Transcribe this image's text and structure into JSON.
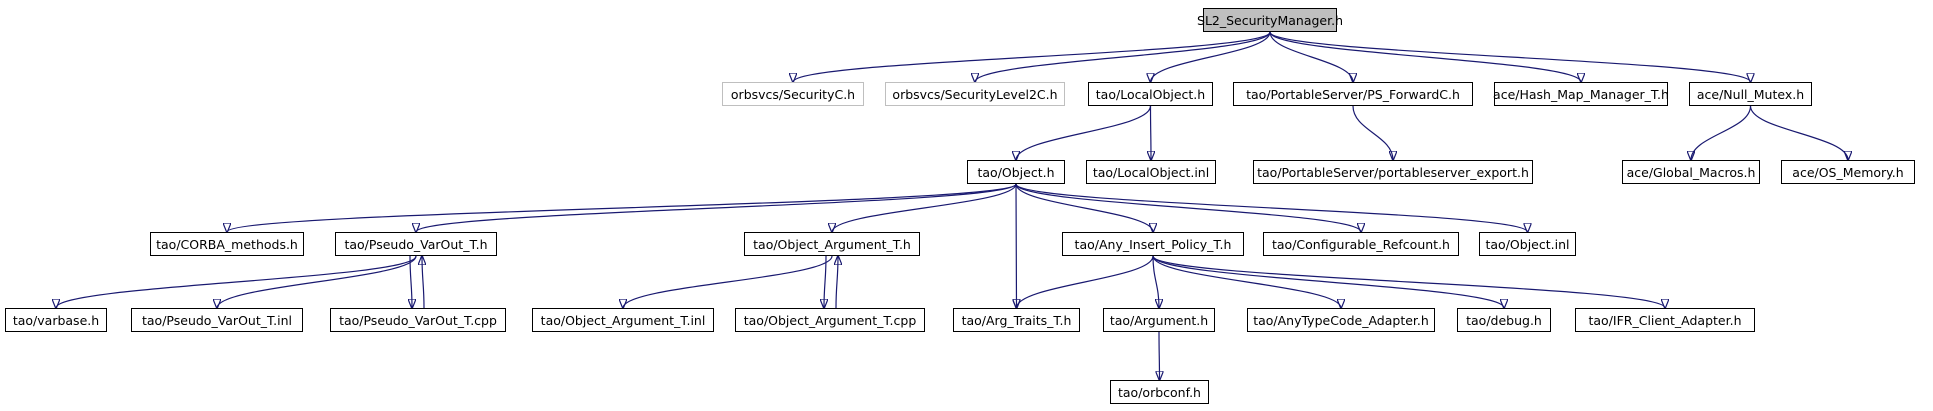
{
  "nodes": {
    "root": {
      "label": "SL2_SecurityManager.h",
      "kind": "root"
    },
    "securityc": {
      "label": "orbsvcs/SecurityC.h",
      "kind": "external"
    },
    "securitylevel2c": {
      "label": "orbsvcs/SecurityLevel2C.h",
      "kind": "external"
    },
    "localobject_h": {
      "label": "tao/LocalObject.h",
      "kind": "normal"
    },
    "ps_forwardc": {
      "label": "tao/PortableServer/PS_ForwardC.h",
      "kind": "normal"
    },
    "hash_map": {
      "label": "ace/Hash_Map_Manager_T.h",
      "kind": "normal"
    },
    "null_mutex": {
      "label": "ace/Null_Mutex.h",
      "kind": "normal"
    },
    "object_h": {
      "label": "tao/Object.h",
      "kind": "normal"
    },
    "localobject_inl": {
      "label": "tao/LocalObject.inl",
      "kind": "normal"
    },
    "ps_export": {
      "label": "tao/PortableServer/portableserver_export.h",
      "kind": "normal"
    },
    "global_macros": {
      "label": "ace/Global_Macros.h",
      "kind": "normal"
    },
    "os_memory": {
      "label": "ace/OS_Memory.h",
      "kind": "normal"
    },
    "corba_methods": {
      "label": "tao/CORBA_methods.h",
      "kind": "normal"
    },
    "pseudo_h": {
      "label": "tao/Pseudo_VarOut_T.h",
      "kind": "normal"
    },
    "objarg_h": {
      "label": "tao/Object_Argument_T.h",
      "kind": "normal"
    },
    "any_insert": {
      "label": "tao/Any_Insert_Policy_T.h",
      "kind": "normal"
    },
    "conf_refcount": {
      "label": "tao/Configurable_Refcount.h",
      "kind": "normal"
    },
    "object_inl": {
      "label": "tao/Object.inl",
      "kind": "normal"
    },
    "varbase": {
      "label": "tao/varbase.h",
      "kind": "normal"
    },
    "pseudo_inl": {
      "label": "tao/Pseudo_VarOut_T.inl",
      "kind": "normal"
    },
    "pseudo_cpp": {
      "label": "tao/Pseudo_VarOut_T.cpp",
      "kind": "normal"
    },
    "objarg_inl": {
      "label": "tao/Object_Argument_T.inl",
      "kind": "normal"
    },
    "objarg_cpp": {
      "label": "tao/Object_Argument_T.cpp",
      "kind": "normal"
    },
    "arg_traits": {
      "label": "tao/Arg_Traits_T.h",
      "kind": "normal"
    },
    "argument": {
      "label": "tao/Argument.h",
      "kind": "normal"
    },
    "anytypecode": {
      "label": "tao/AnyTypeCode_Adapter.h",
      "kind": "normal"
    },
    "debug": {
      "label": "tao/debug.h",
      "kind": "normal"
    },
    "ifr_client": {
      "label": "tao/IFR_Client_Adapter.h",
      "kind": "normal"
    },
    "orbconf": {
      "label": "tao/orbconf.h",
      "kind": "normal"
    }
  },
  "edges": [
    [
      "root",
      "securityc"
    ],
    [
      "root",
      "securitylevel2c"
    ],
    [
      "root",
      "localobject_h"
    ],
    [
      "root",
      "ps_forwardc"
    ],
    [
      "root",
      "hash_map"
    ],
    [
      "root",
      "null_mutex"
    ],
    [
      "localobject_h",
      "object_h"
    ],
    [
      "localobject_h",
      "localobject_inl"
    ],
    [
      "ps_forwardc",
      "ps_export"
    ],
    [
      "null_mutex",
      "global_macros"
    ],
    [
      "null_mutex",
      "os_memory"
    ],
    [
      "object_h",
      "corba_methods"
    ],
    [
      "object_h",
      "pseudo_h"
    ],
    [
      "object_h",
      "objarg_h"
    ],
    [
      "object_h",
      "arg_traits"
    ],
    [
      "object_h",
      "any_insert"
    ],
    [
      "object_h",
      "conf_refcount"
    ],
    [
      "object_h",
      "object_inl"
    ],
    [
      "pseudo_h",
      "varbase"
    ],
    [
      "pseudo_h",
      "pseudo_inl"
    ],
    [
      "pseudo_h",
      "pseudo_cpp"
    ],
    [
      "pseudo_cpp",
      "pseudo_h"
    ],
    [
      "objarg_h",
      "objarg_inl"
    ],
    [
      "objarg_h",
      "objarg_cpp"
    ],
    [
      "objarg_cpp",
      "objarg_h"
    ],
    [
      "any_insert",
      "arg_traits"
    ],
    [
      "any_insert",
      "argument"
    ],
    [
      "any_insert",
      "anytypecode"
    ],
    [
      "any_insert",
      "debug"
    ],
    [
      "any_insert",
      "ifr_client"
    ],
    [
      "argument",
      "orbconf"
    ]
  ],
  "colors": {
    "edge": "#191970",
    "node_border": "#000000",
    "external_border": "#bfbfbf",
    "root_fill": "#bfbfbf"
  }
}
